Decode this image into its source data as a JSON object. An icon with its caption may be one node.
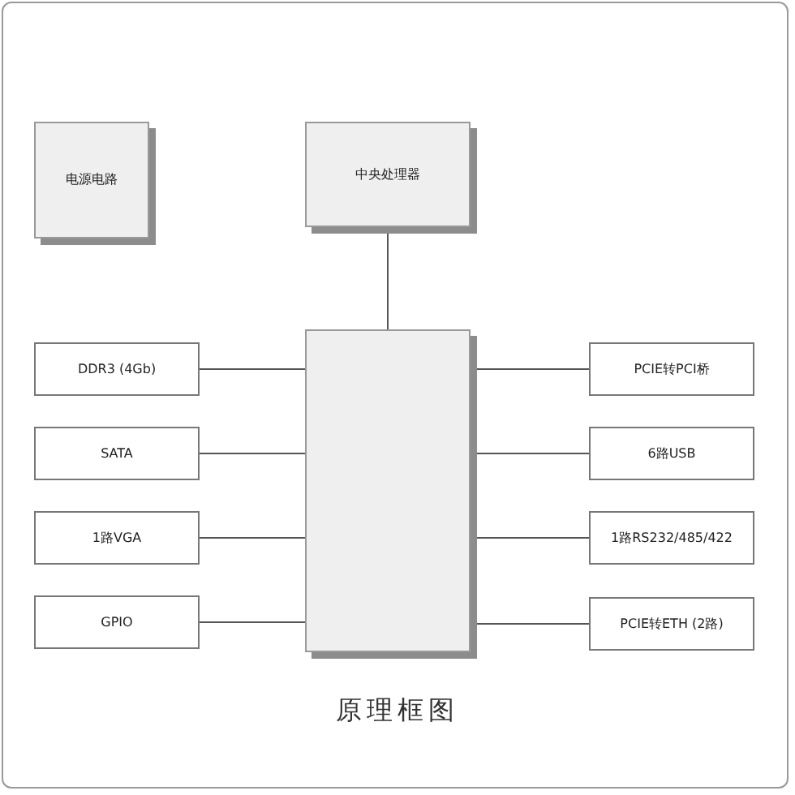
{
  "diagram": {
    "caption": "原理框图",
    "nodes": [
      {
        "text": [
          "电源电路"
        ]
      },
      {
        "text": [
          "中央处理器"
        ]
      },
      {
        "text": [],
        "shape": "box"
      },
      {
        "text": [
          "DDR3 (4Gb)"
        ]
      },
      {
        "text": [
          "SATA"
        ]
      },
      {
        "text": [
          "1路VGA"
        ]
      },
      {
        "text": [
          "GPIO"
        ]
      },
      {
        "text": [
          "PCIE转PCI桥"
        ]
      },
      {
        "text": [
          "6路USB"
        ]
      },
      {
        "text": [
          "1路RS232/485/422"
        ]
      },
      {
        "text": [
          "PCIE转ETH (2路)"
        ]
      }
    ],
    "edges": [
      {
        "from": 1,
        "to": 2,
        "arrow": "none"
      },
      {
        "from": 3,
        "to": 2,
        "arrow": "none"
      },
      {
        "from": 4,
        "to": 2,
        "arrow": "none"
      },
      {
        "from": 5,
        "to": 2,
        "arrow": "none"
      },
      {
        "from": 6,
        "to": 2,
        "arrow": "none"
      },
      {
        "from": 2,
        "to": 7,
        "arrow": "none"
      },
      {
        "from": 2,
        "to": 8,
        "arrow": "none"
      },
      {
        "from": 2,
        "to": 9,
        "arrow": "none"
      },
      {
        "from": 2,
        "to": 10,
        "arrow": "none"
      }
    ]
  }
}
